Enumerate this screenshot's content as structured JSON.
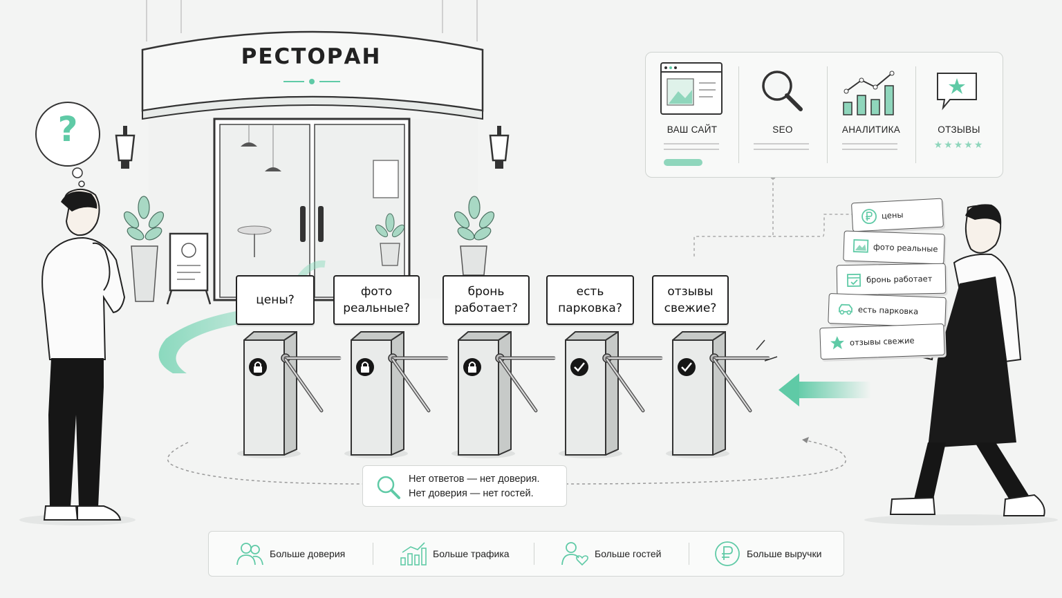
{
  "restaurant": {
    "sign": "РЕСТОРАН"
  },
  "questions": [
    {
      "text": "цены?",
      "status": "locked"
    },
    {
      "text": "фото\nреальные?",
      "status": "locked"
    },
    {
      "text": "бронь\nработает?",
      "status": "locked"
    },
    {
      "text": "есть\nпарковка?",
      "status": "open"
    },
    {
      "text": "отзывы\nсвежие?",
      "status": "open"
    }
  ],
  "thought": {
    "symbol": "?"
  },
  "tools_panel": {
    "items": [
      {
        "label": "ВАШ САЙТ",
        "icon": "website-icon"
      },
      {
        "label": "SEO",
        "icon": "magnifier-icon"
      },
      {
        "label": "АНАЛИТИКА",
        "icon": "bar-chart-icon"
      },
      {
        "label": "ОТЗЫВЫ",
        "icon": "review-bubble-icon",
        "stars": "★★★★★"
      }
    ]
  },
  "answers": [
    {
      "text": "цены",
      "icon": "ruble-icon"
    },
    {
      "text": "фото реальные",
      "icon": "photo-icon"
    },
    {
      "text": "бронь работает",
      "icon": "calendar-check-icon"
    },
    {
      "text": "есть парковка",
      "icon": "car-icon"
    },
    {
      "text": "отзывы свежие",
      "icon": "star-icon"
    }
  ],
  "message": {
    "line1": "Нет ответов — нет доверия.",
    "line2": "Нет доверия — нет гостей."
  },
  "benefits": [
    {
      "label": "Больше доверия",
      "icon": "users-icon"
    },
    {
      "label": "Больше трафика",
      "icon": "growth-chart-icon"
    },
    {
      "label": "Больше гостей",
      "icon": "guest-heart-icon"
    },
    {
      "label": "Больше выручки",
      "icon": "ruble-coin-icon"
    }
  ],
  "colors": {
    "accent": "#5fcaa6",
    "ink": "#1c1c1c",
    "line": "#cfd3d0"
  }
}
